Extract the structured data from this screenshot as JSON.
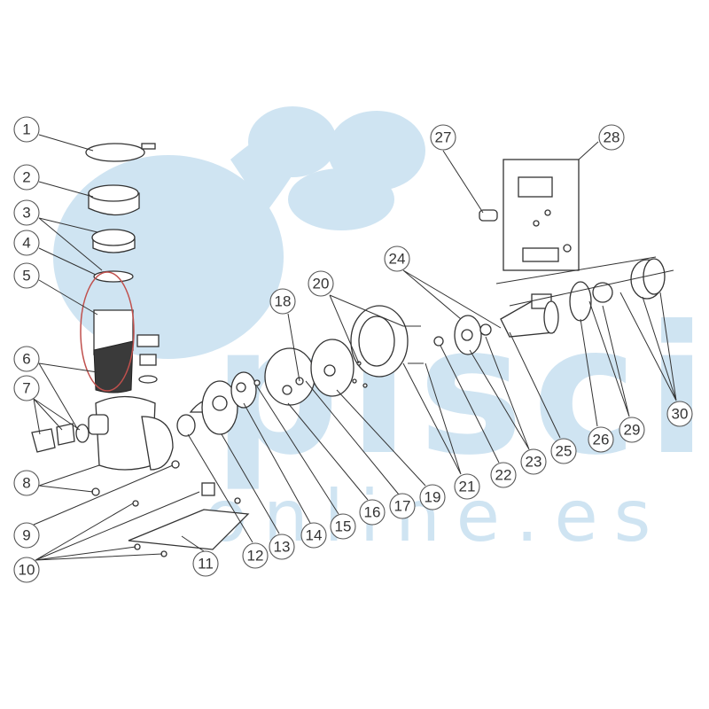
{
  "watermark": {
    "line1": "piscina",
    "line2": "online.es",
    "color": "#cfe4f2"
  },
  "highlight_color": "#c0504d",
  "callouts": [
    "1",
    "2",
    "3",
    "4",
    "5",
    "6",
    "7",
    "8",
    "9",
    "10",
    "11",
    "12",
    "13",
    "14",
    "15",
    "16",
    "17",
    "18",
    "19",
    "20",
    "21",
    "22",
    "23",
    "24",
    "25",
    "26",
    "27",
    "28",
    "29",
    "30"
  ]
}
